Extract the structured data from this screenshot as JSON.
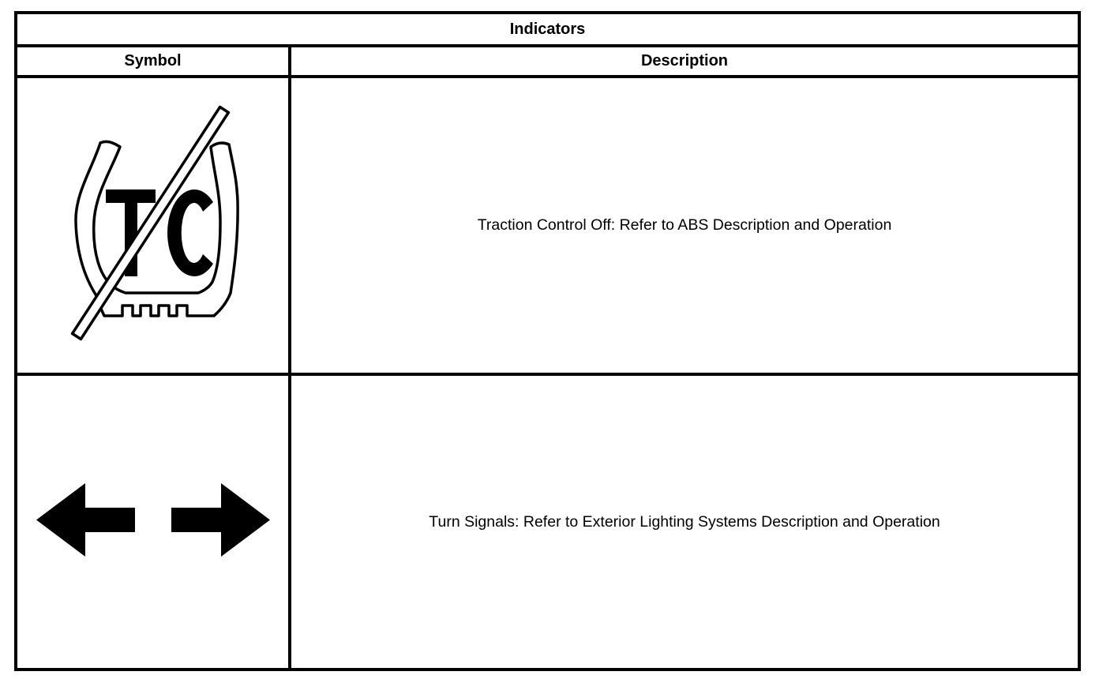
{
  "table": {
    "title": "Indicators",
    "columns": [
      "Symbol",
      "Description"
    ],
    "rows": [
      {
        "symbol_icon": "traction-control-off-icon",
        "symbol_text": "TC",
        "description": "Traction Control Off: Refer to ABS Description and Operation"
      },
      {
        "symbol_icon": "turn-signals-icon",
        "symbol_text": "",
        "description": "Turn Signals: Refer to Exterior Lighting Systems Description and Operation"
      }
    ],
    "colors": {
      "border": "#000000",
      "background": "#ffffff",
      "text": "#000000"
    }
  }
}
